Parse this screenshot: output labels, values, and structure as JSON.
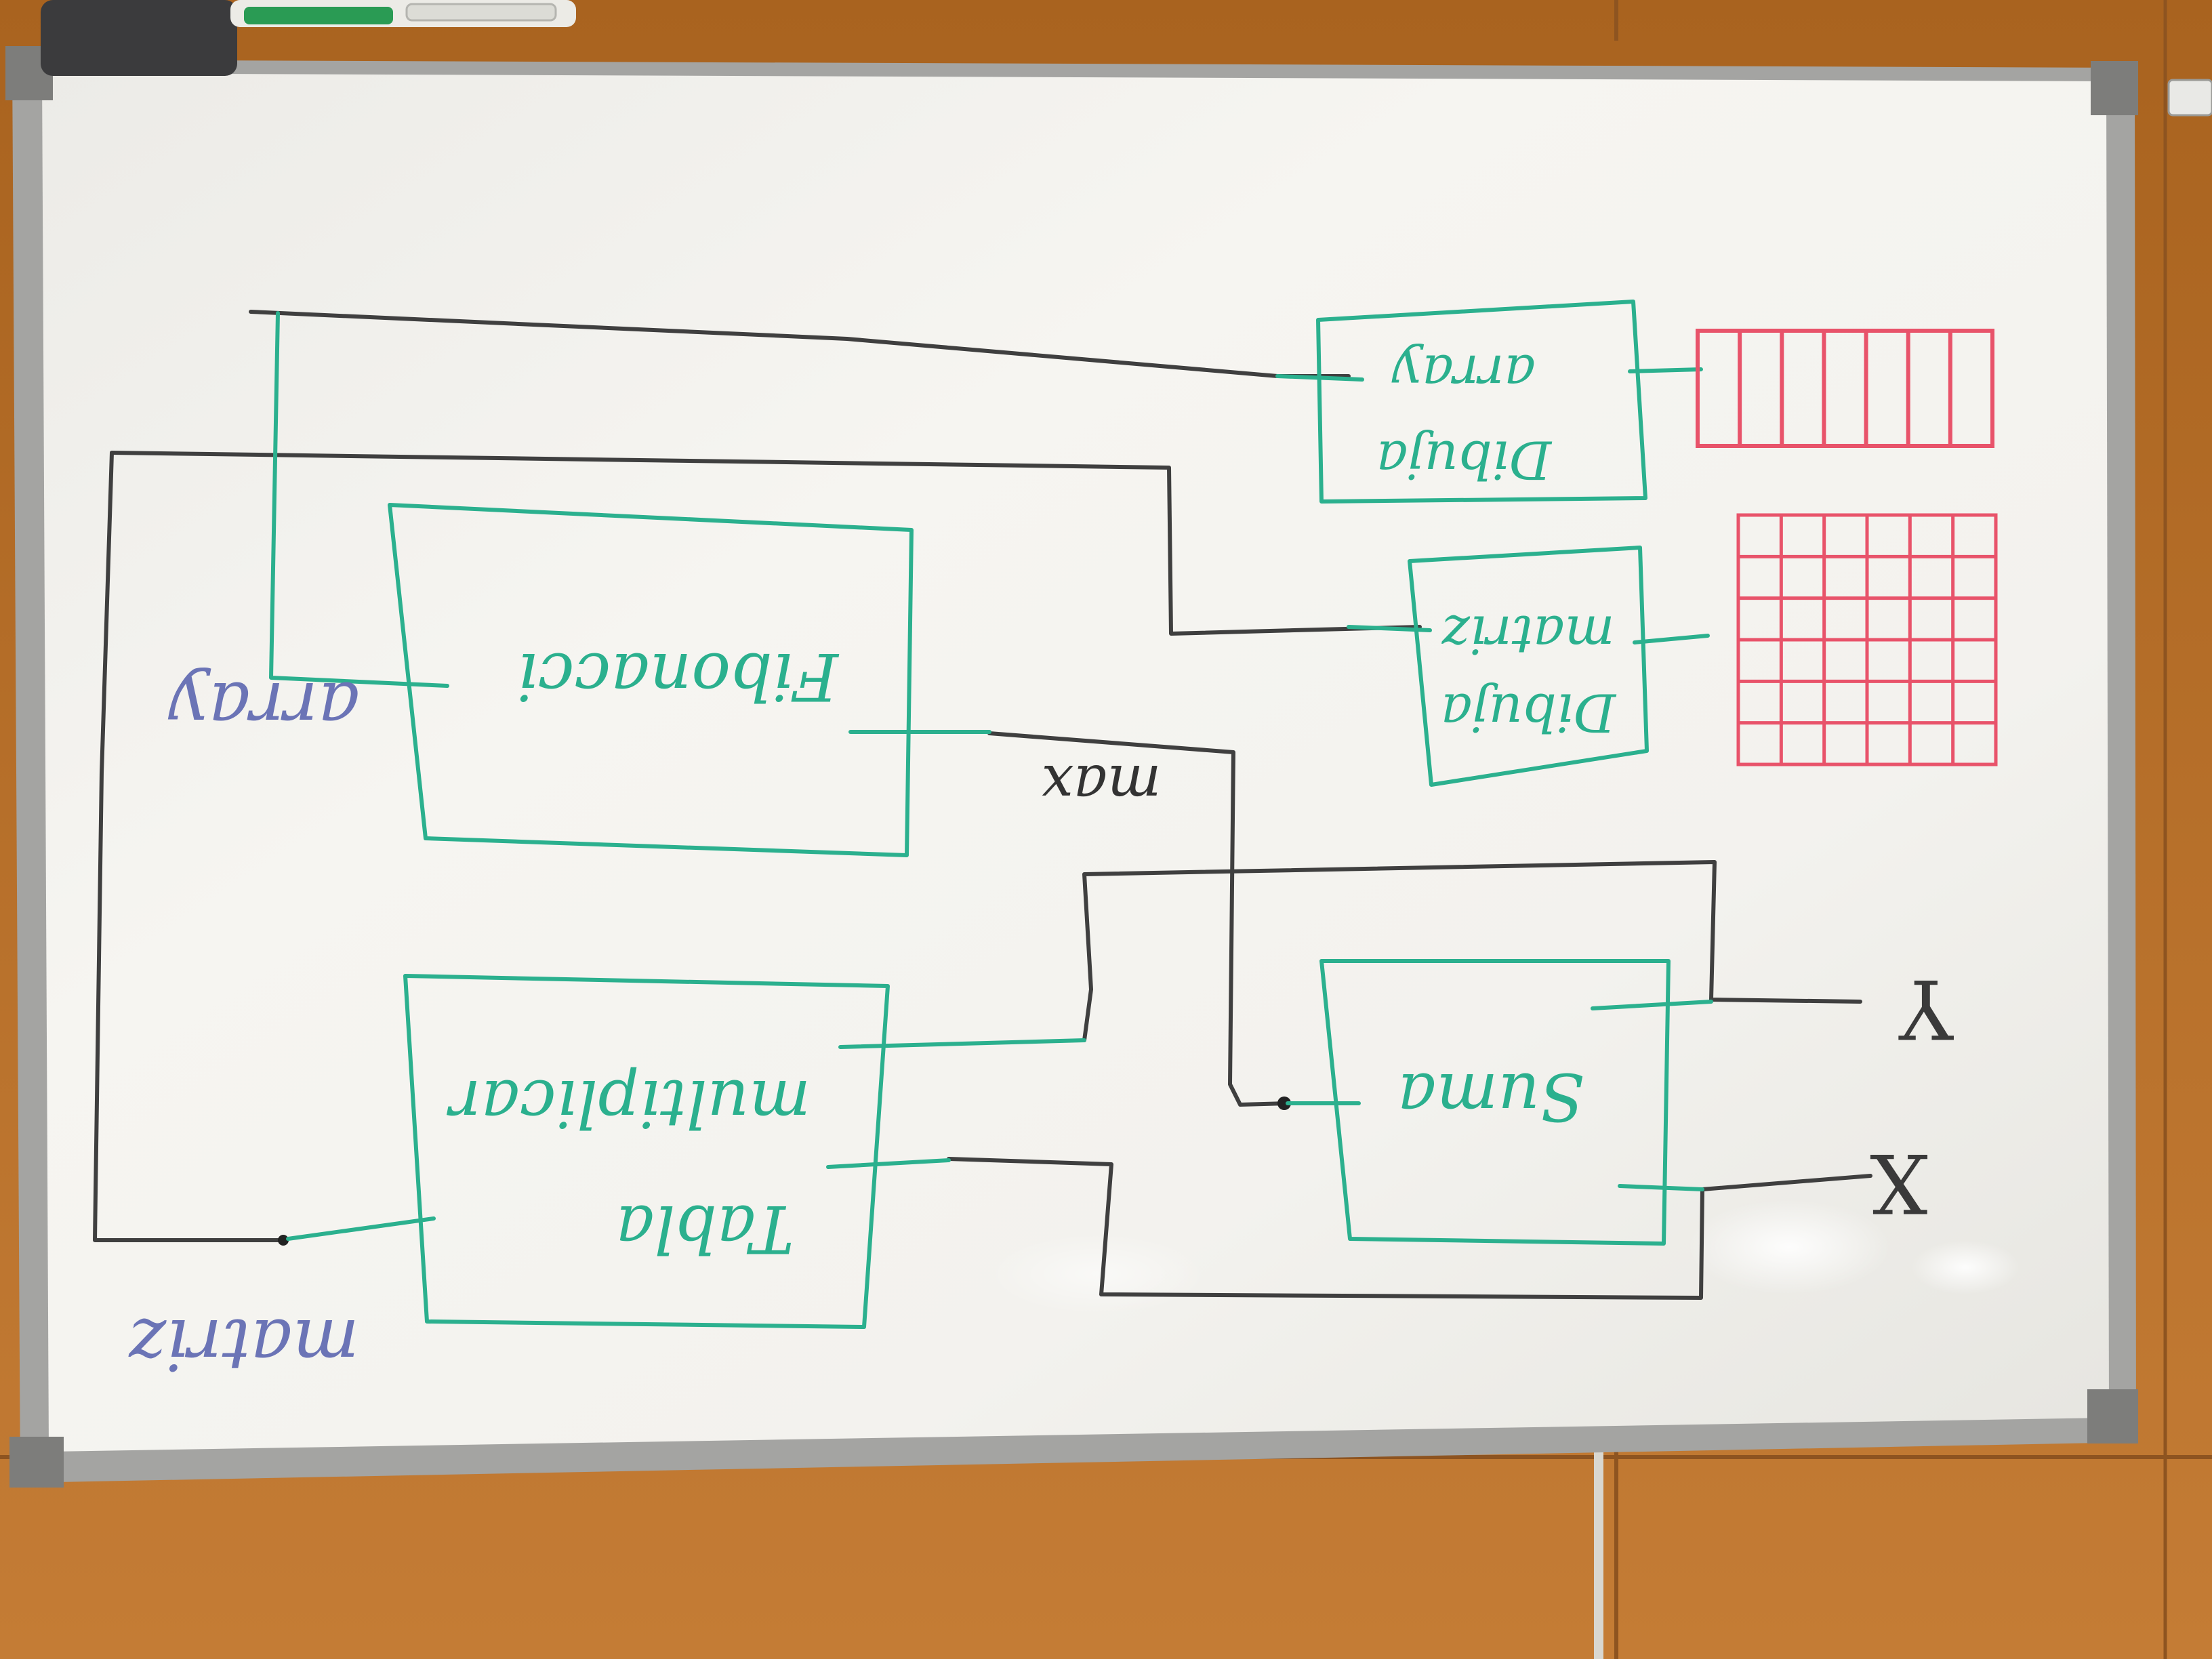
{
  "scene": {
    "description_colors": {
      "wall": "#b8702e",
      "board": "#f4f3ef",
      "frame": "#9c9c9a",
      "teal_marker": "#2bb08e",
      "black_marker": "#3e3e3e",
      "blue_marker": "#6b74b6",
      "red_marker": "#e8536a"
    }
  },
  "boxes": {
    "fibonacci": "Fibonacci",
    "tabla": "Tabla",
    "multiplicar": "multiplicar",
    "suma": "Suma",
    "dibuja_array_1": "Dibuja",
    "dibuja_array_2": "array",
    "dibuja_matriz_1": "Dibuja",
    "dibuja_matriz_2": "matriz"
  },
  "labels": {
    "array": "array",
    "matriz": "matriz",
    "max": "max",
    "y": "Y",
    "x": "X"
  },
  "grids": {
    "array_cells": 7,
    "matrix_rows": 6,
    "matrix_cols": 6
  },
  "icons": {
    "markers": "marker-pens-icon",
    "magnet": "magnet-icon"
  }
}
